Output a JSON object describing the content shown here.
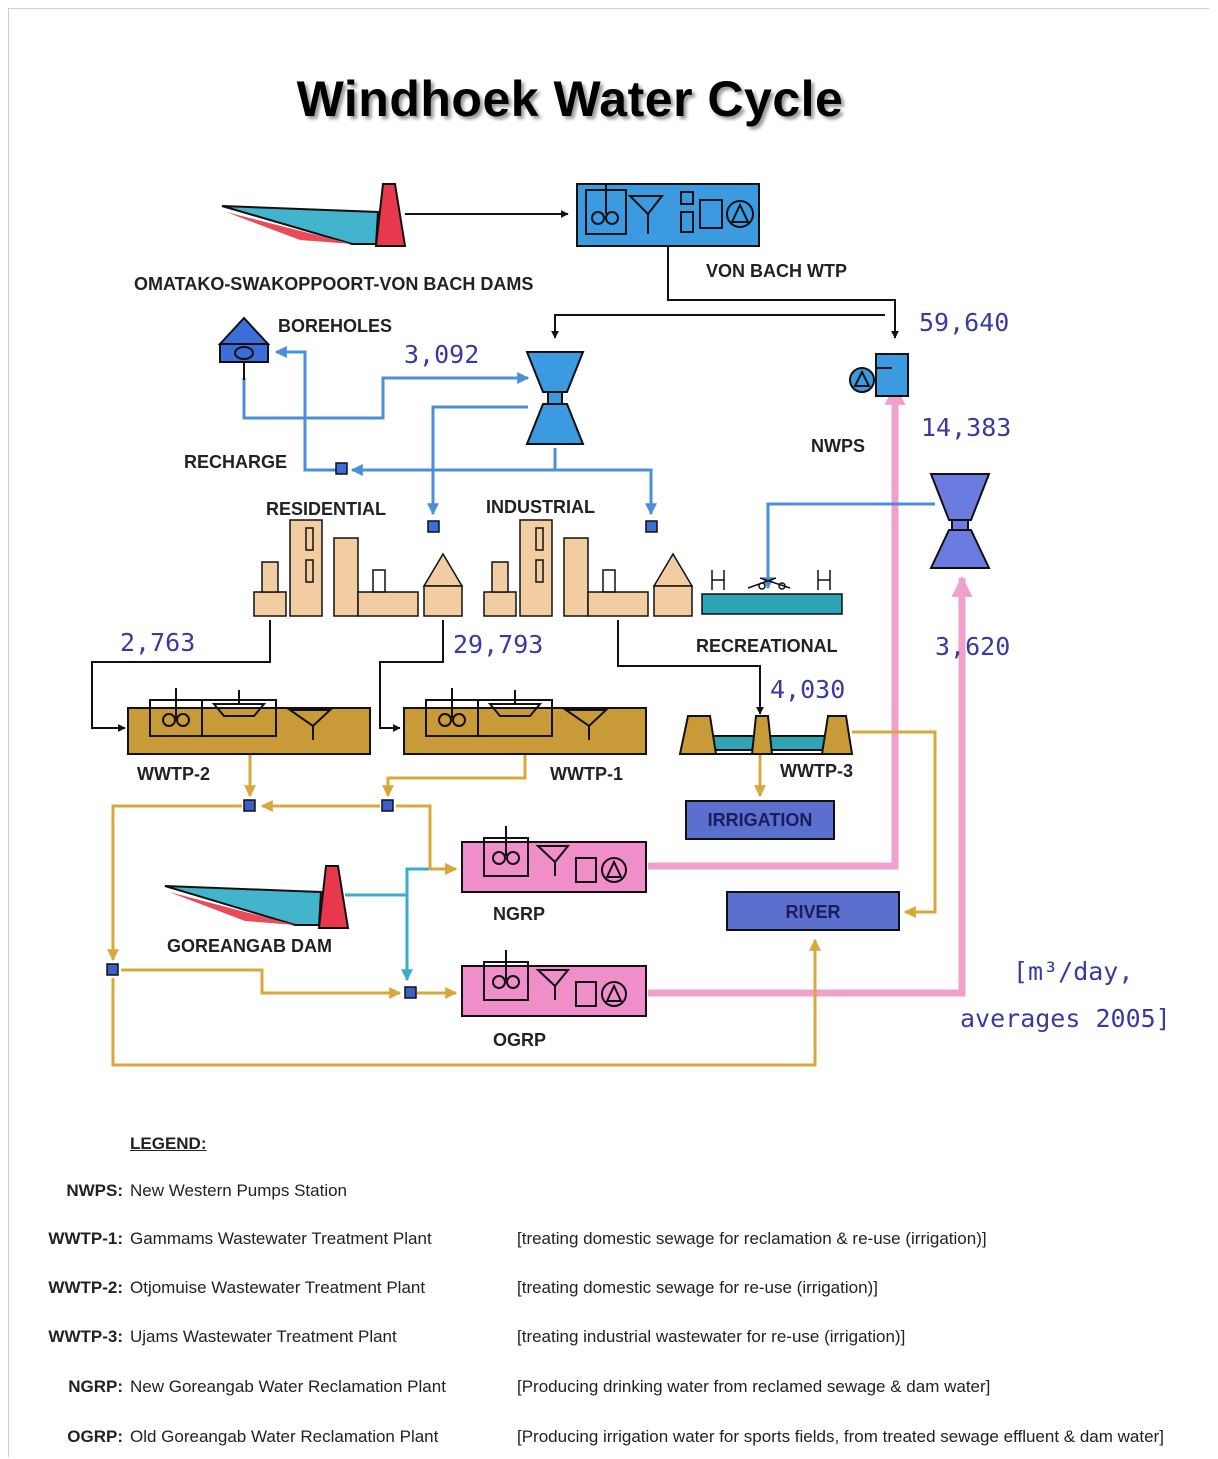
{
  "title": "Windhoek Water Cycle",
  "labels": {
    "dams": "OMATAKO-SWAKOPPOORT-VON BACH DAMS",
    "von_bach": "VON BACH WTP",
    "boreholes": "BOREHOLES",
    "recharge": "RECHARGE",
    "nwps": "NWPS",
    "residential": "RESIDENTIAL",
    "industrial": "INDUSTRIAL",
    "recreational": "RECREATIONAL",
    "wwtp2": "WWTP-2",
    "wwtp1": "WWTP-1",
    "wwtp3": "WWTP-3",
    "irrigation": "IRRIGATION",
    "river": "RIVER",
    "ngrp": "NGRP",
    "ogrp": "OGRP",
    "goreangab": "GOREANGAB DAM"
  },
  "flows": {
    "f59640": "59,640",
    "f3092": "3,092",
    "f14383": "14,383",
    "f2763": "2,763",
    "f29793": "29,793",
    "f3620": "3,620",
    "f4030": "4,030"
  },
  "units": {
    "line1": "[m³/day,",
    "line2": "averages 2005]"
  },
  "legend": {
    "heading": "LEGEND:",
    "items": [
      {
        "abbr": "NWPS:",
        "name": "New Western Pumps Station",
        "desc": ""
      },
      {
        "abbr": "WWTP-1:",
        "name": "Gammams Wastewater Treatment Plant",
        "desc": "[treating domestic sewage for reclamation & re-use (irrigation)]"
      },
      {
        "abbr": "WWTP-2:",
        "name": "Otjomuise Wastewater Treatment Plant",
        "desc": "[treating domestic sewage for re-use (irrigation)]"
      },
      {
        "abbr": "WWTP-3:",
        "name": "Ujams Wastewater Treatment Plant",
        "desc": "[treating industrial wastewater for re-use (irrigation)]"
      },
      {
        "abbr": "NGRP:",
        "name": "New Goreangab Water Reclamation Plant",
        "desc": "[Producing drinking water from reclamed sewage & dam water]"
      },
      {
        "abbr": "OGRP:",
        "name": "Old Goreangab Water Reclamation Plant",
        "desc": "[Producing irrigation water for sports fields, from treated sewage effluent & dam water]"
      }
    ]
  },
  "colors": {
    "potable": "#4a8fd8",
    "wastewater": "#d8a83a",
    "reclaimed": "#f0a0cc",
    "treatment_box": "#3b9ae0",
    "wwtp": "#c99a38",
    "reclaim_plant": "#ef8ec8",
    "building": "#f3cda2",
    "label_box": "#5b6fcf"
  }
}
